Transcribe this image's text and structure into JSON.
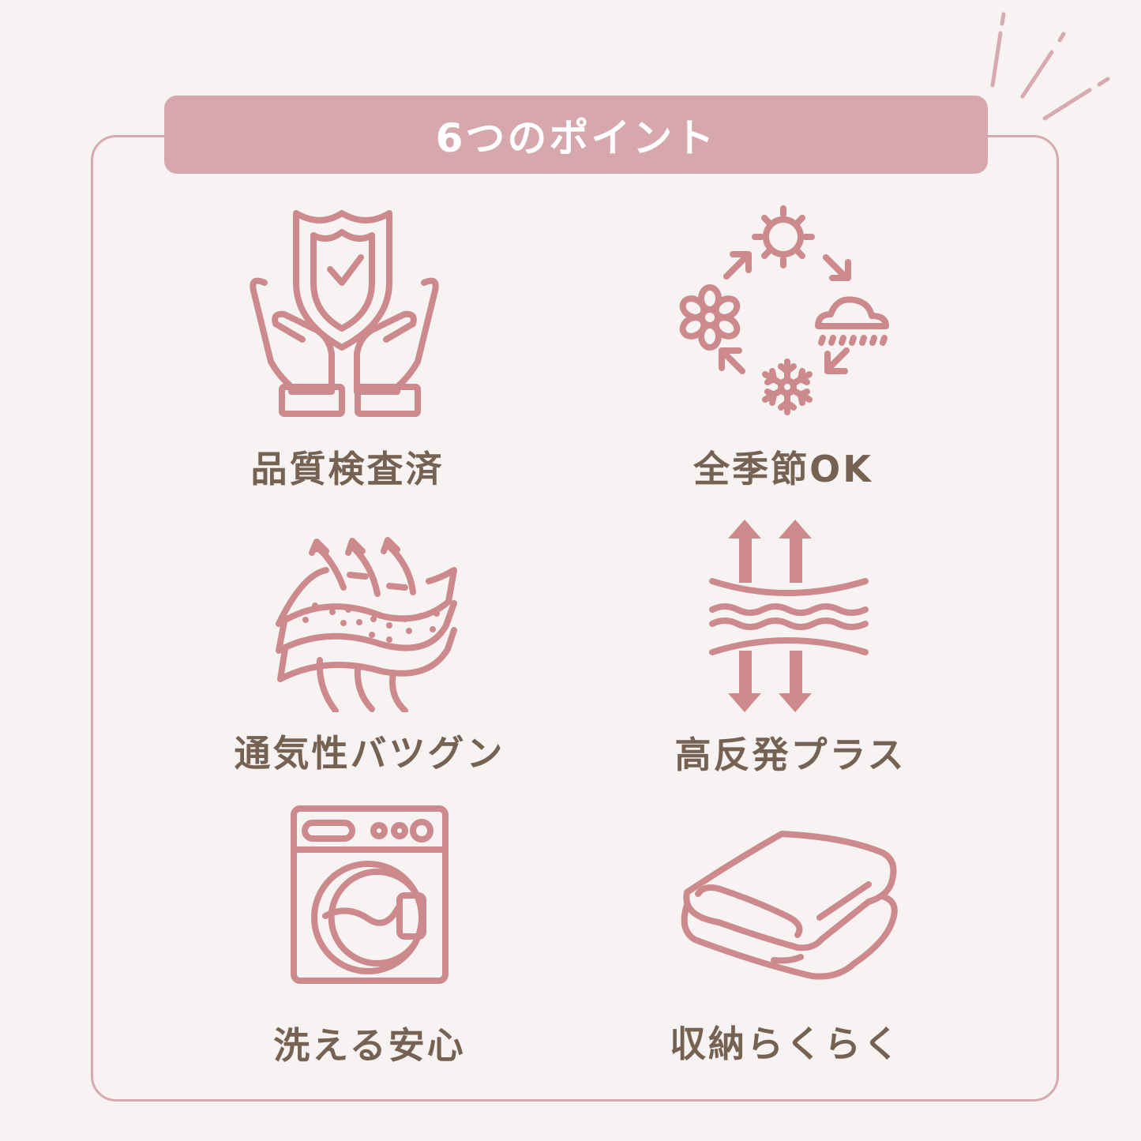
{
  "header": {
    "title": "6つのポイント"
  },
  "colors": {
    "accent": "#cd8a8d",
    "header_bg": "#d6a8ae",
    "frame": "#d6aab0",
    "text": "#766253",
    "background": "#f7f3f2"
  },
  "points": [
    {
      "label": "品質検査済",
      "icon": "shield-hands-icon"
    },
    {
      "label": "全季節OK",
      "icon": "season-cycle-icon"
    },
    {
      "label": "通気性バツグン",
      "icon": "breathable-fabric-icon"
    },
    {
      "label": "高反発プラス",
      "icon": "high-rebound-icon"
    },
    {
      "label": "洗える安心",
      "icon": "washing-machine-icon"
    },
    {
      "label": "収納らくらく",
      "icon": "folded-blanket-icon"
    }
  ]
}
